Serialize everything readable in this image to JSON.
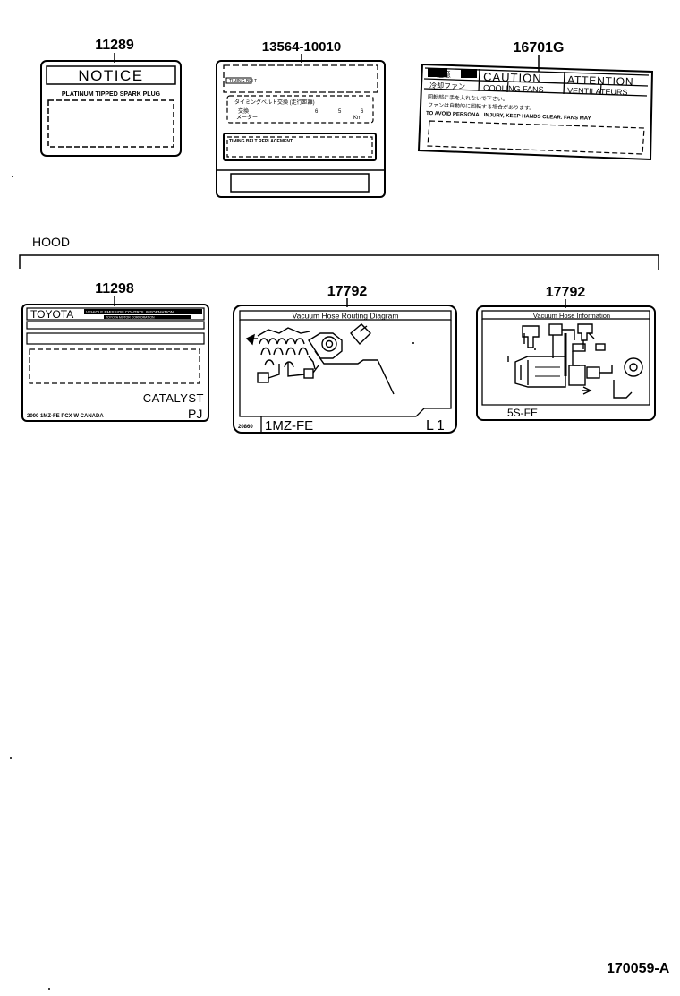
{
  "part_numbers": {
    "notice_label": "11289",
    "timing_label": "13564-10010",
    "caution_label": "16701G",
    "catalyst_label": "11298",
    "vacuum_1mz": "17792",
    "vacuum_5s": "17792"
  },
  "group": {
    "hood": "HOOD"
  },
  "notice": {
    "title": "NOTICE",
    "line": "PLATINUM TIPPED SPARK PLUG"
  },
  "timing": {
    "top_line": "TIMING BELT",
    "line1": "タイミングベルト交換 (走行距離)",
    "line2a": "交換",
    "line2b": "6",
    "line2c": "5",
    "line2d": "6",
    "line3a": "メーター",
    "line3b": "Km",
    "box_line": "TIMING BELT REPLACEMENT"
  },
  "caution": {
    "h1": "注意",
    "h2": "CAUTION",
    "h3": "ATTENTION",
    "r1": "冷却ファン",
    "r2": "COOLING FANS",
    "r3": "VENTILATEURS",
    "l1": "回転部に手を入れないで下さい。",
    "l2": "ファンは自動的に回転する場合があります。",
    "l3": "TO AVOID PERSONAL INJURY, KEEP HANDS CLEAR. FANS MAY"
  },
  "catalyst": {
    "brand": "TOYOTA",
    "header": "VEHICLE EMISSION CONTROL INFORMATION",
    "sub": "TOYOTA MOTOR CORPORATION",
    "word": "CATALYST",
    "footer": "2000  1MZ-FE  PCX  W CANADA",
    "code": "PJ"
  },
  "vacuum1": {
    "title": "Vacuum Hose Routing Diagram",
    "code": "20860",
    "engine": "1MZ-FE",
    "suffix": "L1"
  },
  "vacuum2": {
    "title": "Vacuum Hose Information",
    "engine": "5S-FE"
  },
  "figure_id": "170059-A"
}
